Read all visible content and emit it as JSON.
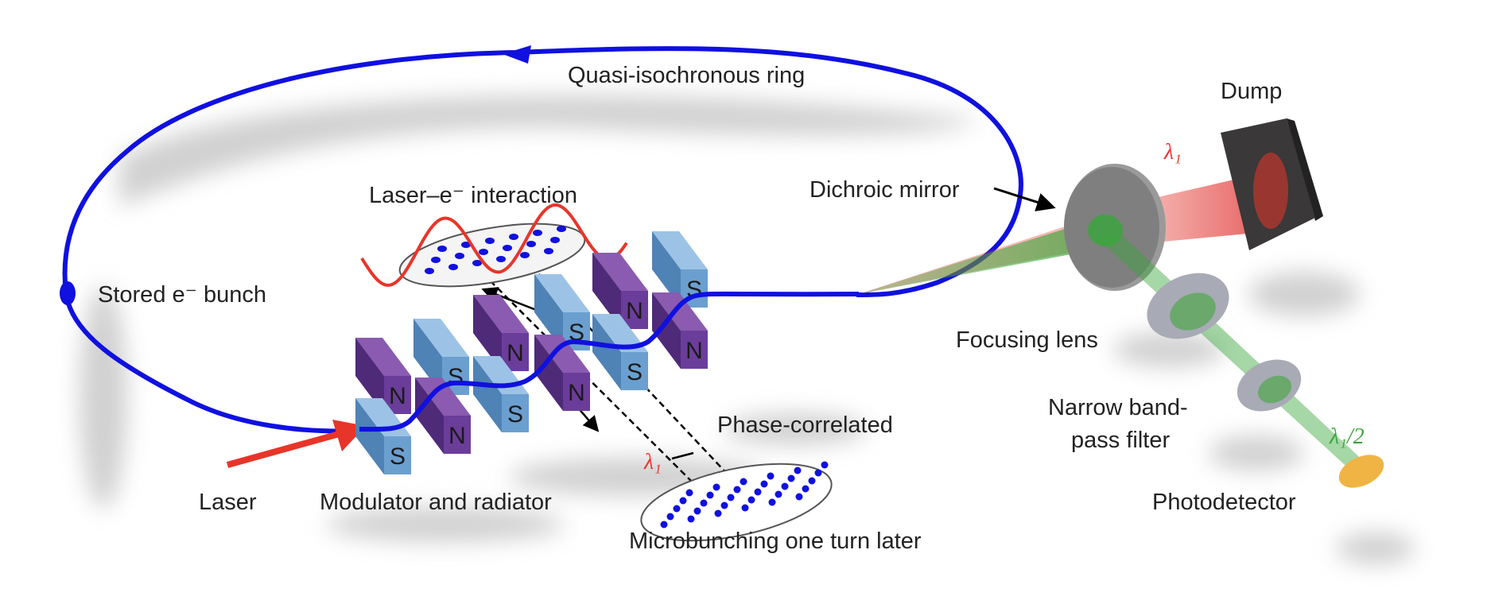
{
  "labels": {
    "ring": "Quasi-isochronous ring",
    "dump": "Dump",
    "dichroic_mirror": "Dichroic mirror",
    "interaction": "Laser–e⁻ interaction",
    "stored_bunch": "Stored e⁻ bunch",
    "focusing_lens": "Focusing lens",
    "phase_correlated": "Phase-correlated",
    "filter_line1": "Narrow band-",
    "filter_line2": "pass filter",
    "half_wavelength": "λ₁/2",
    "laser": "Laser",
    "modulator": "Modulator and radiator",
    "photodetector": "Photodetector",
    "microbunching": "Microbunching one turn later",
    "wavelength_dump": "λ₁",
    "wavelength_bunch": "λ₁"
  },
  "magnets": {
    "upper": [
      "N",
      "S",
      "N",
      "S",
      "N",
      "S"
    ],
    "lower": [
      "S",
      "N",
      "S",
      "N",
      "S",
      "N"
    ]
  },
  "colors": {
    "electron_path": "#1010e0",
    "laser": "#e8352a",
    "north_pole": "#6a3d9a",
    "south_pole": "#6b9fcf",
    "second_harmonic": "#3aa63a",
    "dump": "#3a3838",
    "photodetector": "#f0b445"
  }
}
